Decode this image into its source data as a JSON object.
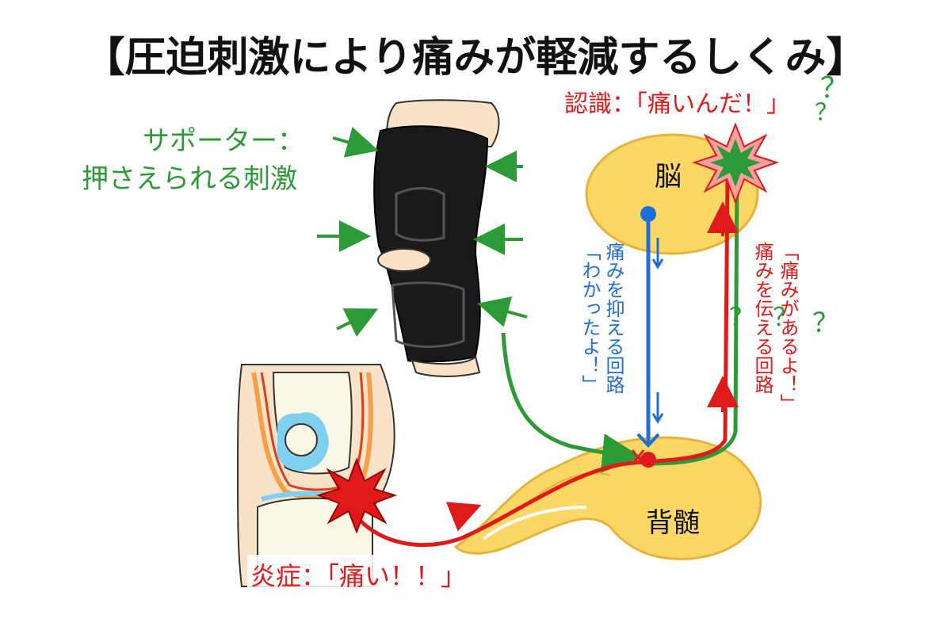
{
  "title": "【圧迫刺激により痛みが軽減するしくみ】",
  "labels": {
    "supporter_line1": "サポーター：",
    "supporter_line2": "押さえられる刺激",
    "recognition": "認識：「痛いんだ！」",
    "brain": "脳",
    "spinal_cord": "背髄",
    "inflammation": "炎症：「痛い！！」",
    "descending_line1": "痛みを抑える回路",
    "descending_line2": "「わかったよ！」",
    "ascending_line1": "「痛みがあるよ！」",
    "ascending_line2": "痛みを伝える回路",
    "question_mark": "？"
  },
  "colors": {
    "green": "#2c9a36",
    "red": "#e01a1a",
    "blue": "#1f6fd6",
    "organ_fill": "#fbd866",
    "organ_stroke": "#e7b23a",
    "supporter_black": "#1a1a1a",
    "skin": "#f9e2c8"
  },
  "icons": {
    "pain_burst": "burst-icon",
    "arrow": "arrow-icon",
    "question": "question-mark-icon"
  }
}
